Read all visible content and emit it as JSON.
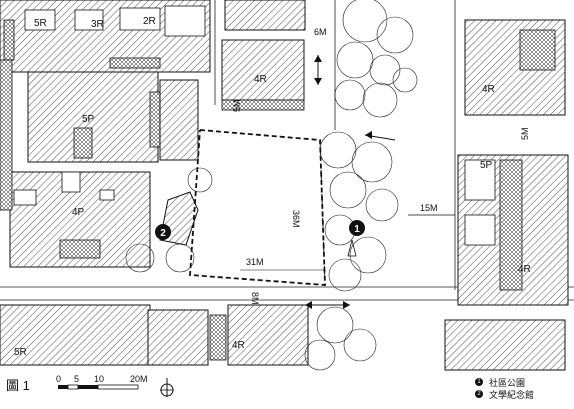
{
  "figure": {
    "label": "圖 1"
  },
  "scale_bar": {
    "ticks": [
      "0",
      "5",
      "10",
      "20M"
    ]
  },
  "legend": [
    {
      "num": "1",
      "text": "社區公園"
    },
    {
      "num": "2",
      "text": "文學紀念館"
    }
  ],
  "markers": {
    "park": "1",
    "museum": "2"
  },
  "dimensions": {
    "width_31m": "31M",
    "depth_36m": "36M",
    "road_15m": "15M",
    "road_6m_top": "6M",
    "road_5m_left": "5M",
    "road_5m_right": "5M",
    "road_8m_bottom": "8M"
  },
  "floors": {
    "f5p_top": "5P",
    "f4p_left": "4P",
    "f4r_top_mid": "4R",
    "f4r_top_right": "4R",
    "f5p_right": "5P",
    "f4r_right_mid": "4R",
    "f4r_bottom": "4R",
    "f5r_bottom_left": "5R",
    "f3r_top": "3R",
    "f2r_top": "2R",
    "f5r_left_mid": "5R"
  }
}
